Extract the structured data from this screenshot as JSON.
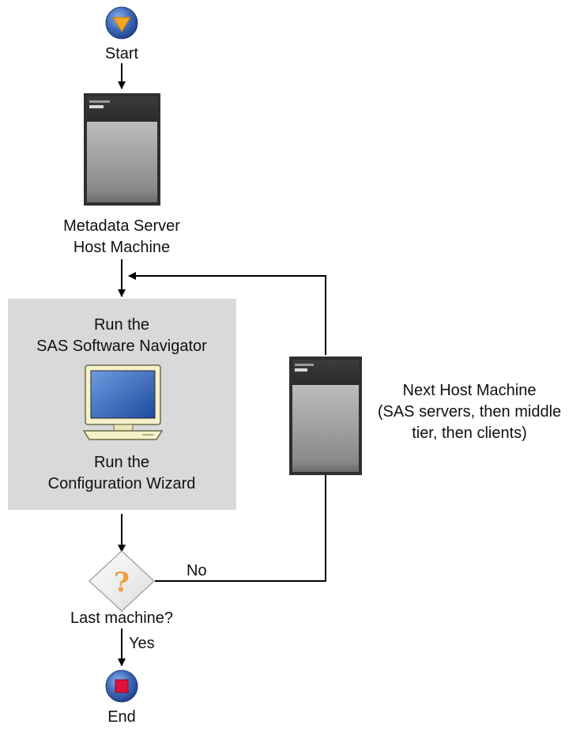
{
  "start": {
    "label": "Start"
  },
  "metadata_server": {
    "line1": "Metadata Server",
    "line2": "Host Machine"
  },
  "process_box": {
    "step1_line1": "Run the",
    "step1_line2": "SAS Software Navigator",
    "step2_line1": "Run the",
    "step2_line2": "Configuration Wizard"
  },
  "next_host": {
    "line1": "Next Host Machine",
    "line2": "(SAS servers, then middle",
    "line3": "tier, then clients)"
  },
  "decision": {
    "symbol": "?",
    "label": "Last machine?",
    "no_label": "No",
    "yes_label": "Yes"
  },
  "end": {
    "label": "End"
  },
  "colors": {
    "process_box_fill": "#d9d9d9",
    "start_circle": "#3e69b8",
    "start_arrow": "#f5a623",
    "end_square": "#e0103a",
    "question_mark": "#f0a040",
    "monitor_body": "#f4f0c8",
    "monitor_screen": "#2f5fb3"
  }
}
